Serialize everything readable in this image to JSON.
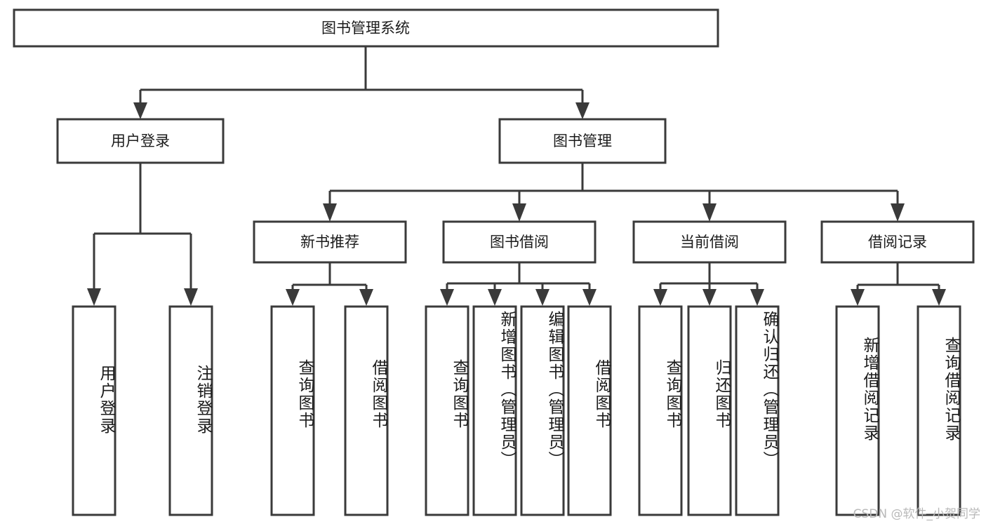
{
  "diagram": {
    "type": "tree",
    "title": "图书管理系统",
    "watermark": "CSDN @软件_小贺同学",
    "colors": {
      "box_stroke": "#3a3a3a",
      "box_fill": "#ffffff",
      "text": "#1b1b1b",
      "background": "#ffffff",
      "watermark": "#b9b9b9"
    },
    "root": {
      "label": "图书管理系统"
    },
    "level1": [
      {
        "label": "用户登录"
      },
      {
        "label": "图书管理"
      }
    ],
    "level2": [
      {
        "label": "新书推荐"
      },
      {
        "label": "图书借阅"
      },
      {
        "label": "当前借阅"
      },
      {
        "label": "借阅记录"
      }
    ],
    "leaves": {
      "user_login": [
        {
          "label": "用户登录"
        },
        {
          "label": "注销登录"
        }
      ],
      "new_book": [
        {
          "label": "查询图书"
        },
        {
          "label": "借阅图书"
        }
      ],
      "book_borrow": [
        {
          "label": "查询图书"
        },
        {
          "label": "新增图书（管理员）"
        },
        {
          "label": "编辑图书（管理员）"
        },
        {
          "label": "借阅图书"
        }
      ],
      "current_borrow": [
        {
          "label": "查询图书"
        },
        {
          "label": "归还图书"
        },
        {
          "label": "确认归还（管理员）"
        }
      ],
      "borrow_record": [
        {
          "label": "新增借阅记录"
        },
        {
          "label": "查询借阅记录"
        }
      ]
    }
  }
}
